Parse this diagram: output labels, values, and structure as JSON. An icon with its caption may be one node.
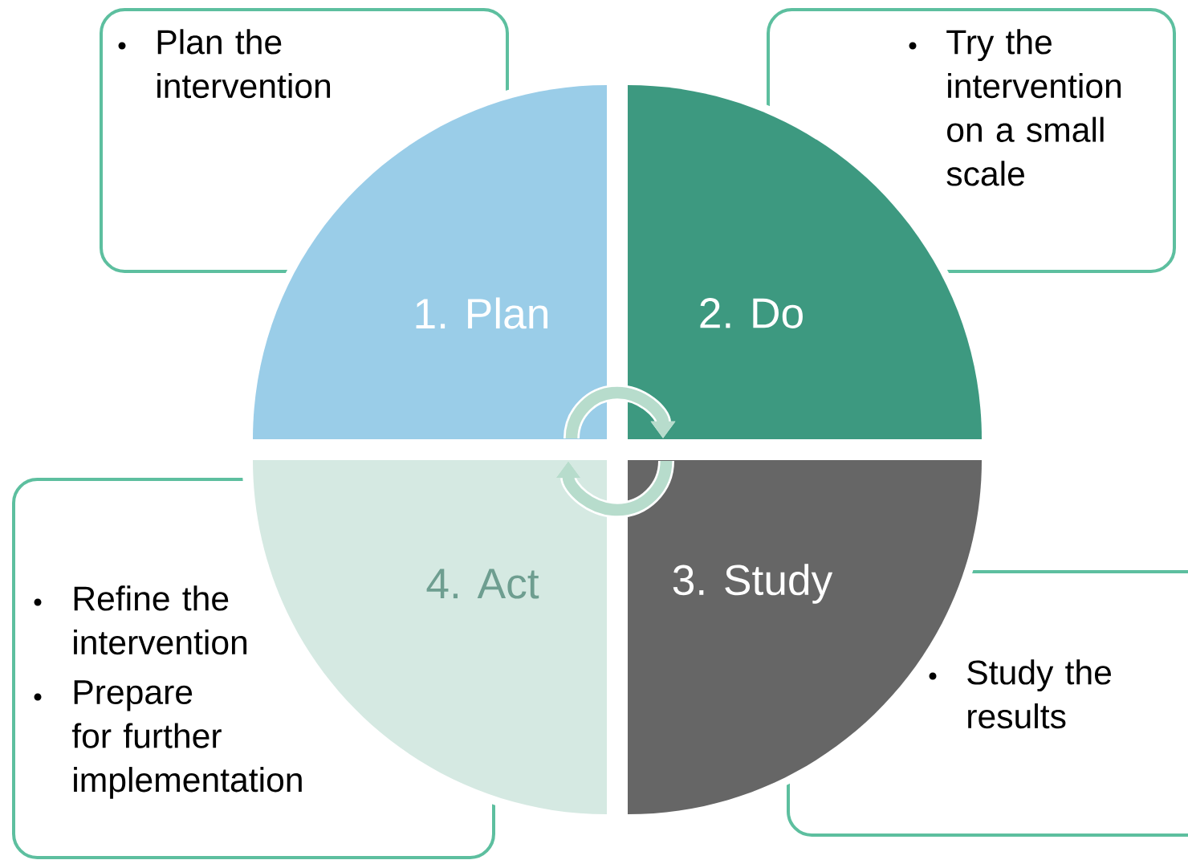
{
  "diagram": {
    "nodes": [
      {
        "text": [
          "Plan the intervention"
        ]
      },
      {
        "text": [
          "Try the intervention on a small scale"
        ]
      },
      {
        "text": [
          "Study the results"
        ]
      },
      {
        "text": [
          "Refine the intervention",
          "Prepare for further implementation"
        ]
      },
      {
        "text": [
          "1. Plan"
        ]
      },
      {
        "text": [
          "2. Do"
        ]
      },
      {
        "text": [
          "3. Study"
        ]
      },
      {
        "text": [
          "4. Act"
        ]
      }
    ],
    "edges": [
      {
        "from": 4,
        "to": 5,
        "arrow": "to"
      },
      {
        "from": 6,
        "to": 7,
        "arrow": "to"
      }
    ]
  }
}
